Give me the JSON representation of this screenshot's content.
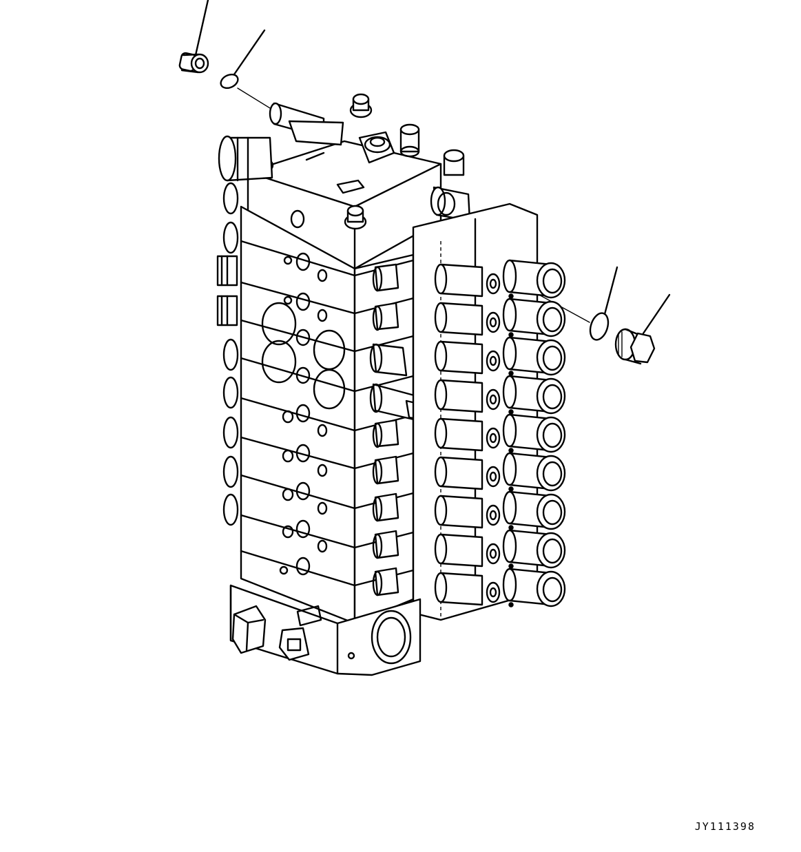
{
  "drawing_code": "JY111398",
  "ink_color": "#000000",
  "paper_color": "#ffffff",
  "stack_sections": 9,
  "spools": 9
}
